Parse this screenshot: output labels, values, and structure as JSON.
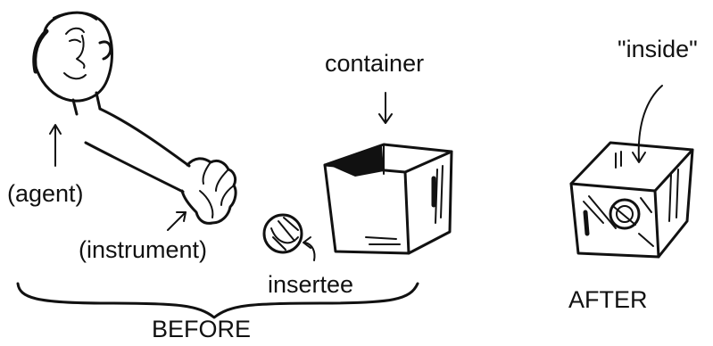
{
  "labels": {
    "container": "container",
    "inside": "\"inside\"",
    "agent": "(agent)",
    "instrument": "(instrument)",
    "insertee": "insertee",
    "before": "BEFORE",
    "after": "AFTER"
  }
}
